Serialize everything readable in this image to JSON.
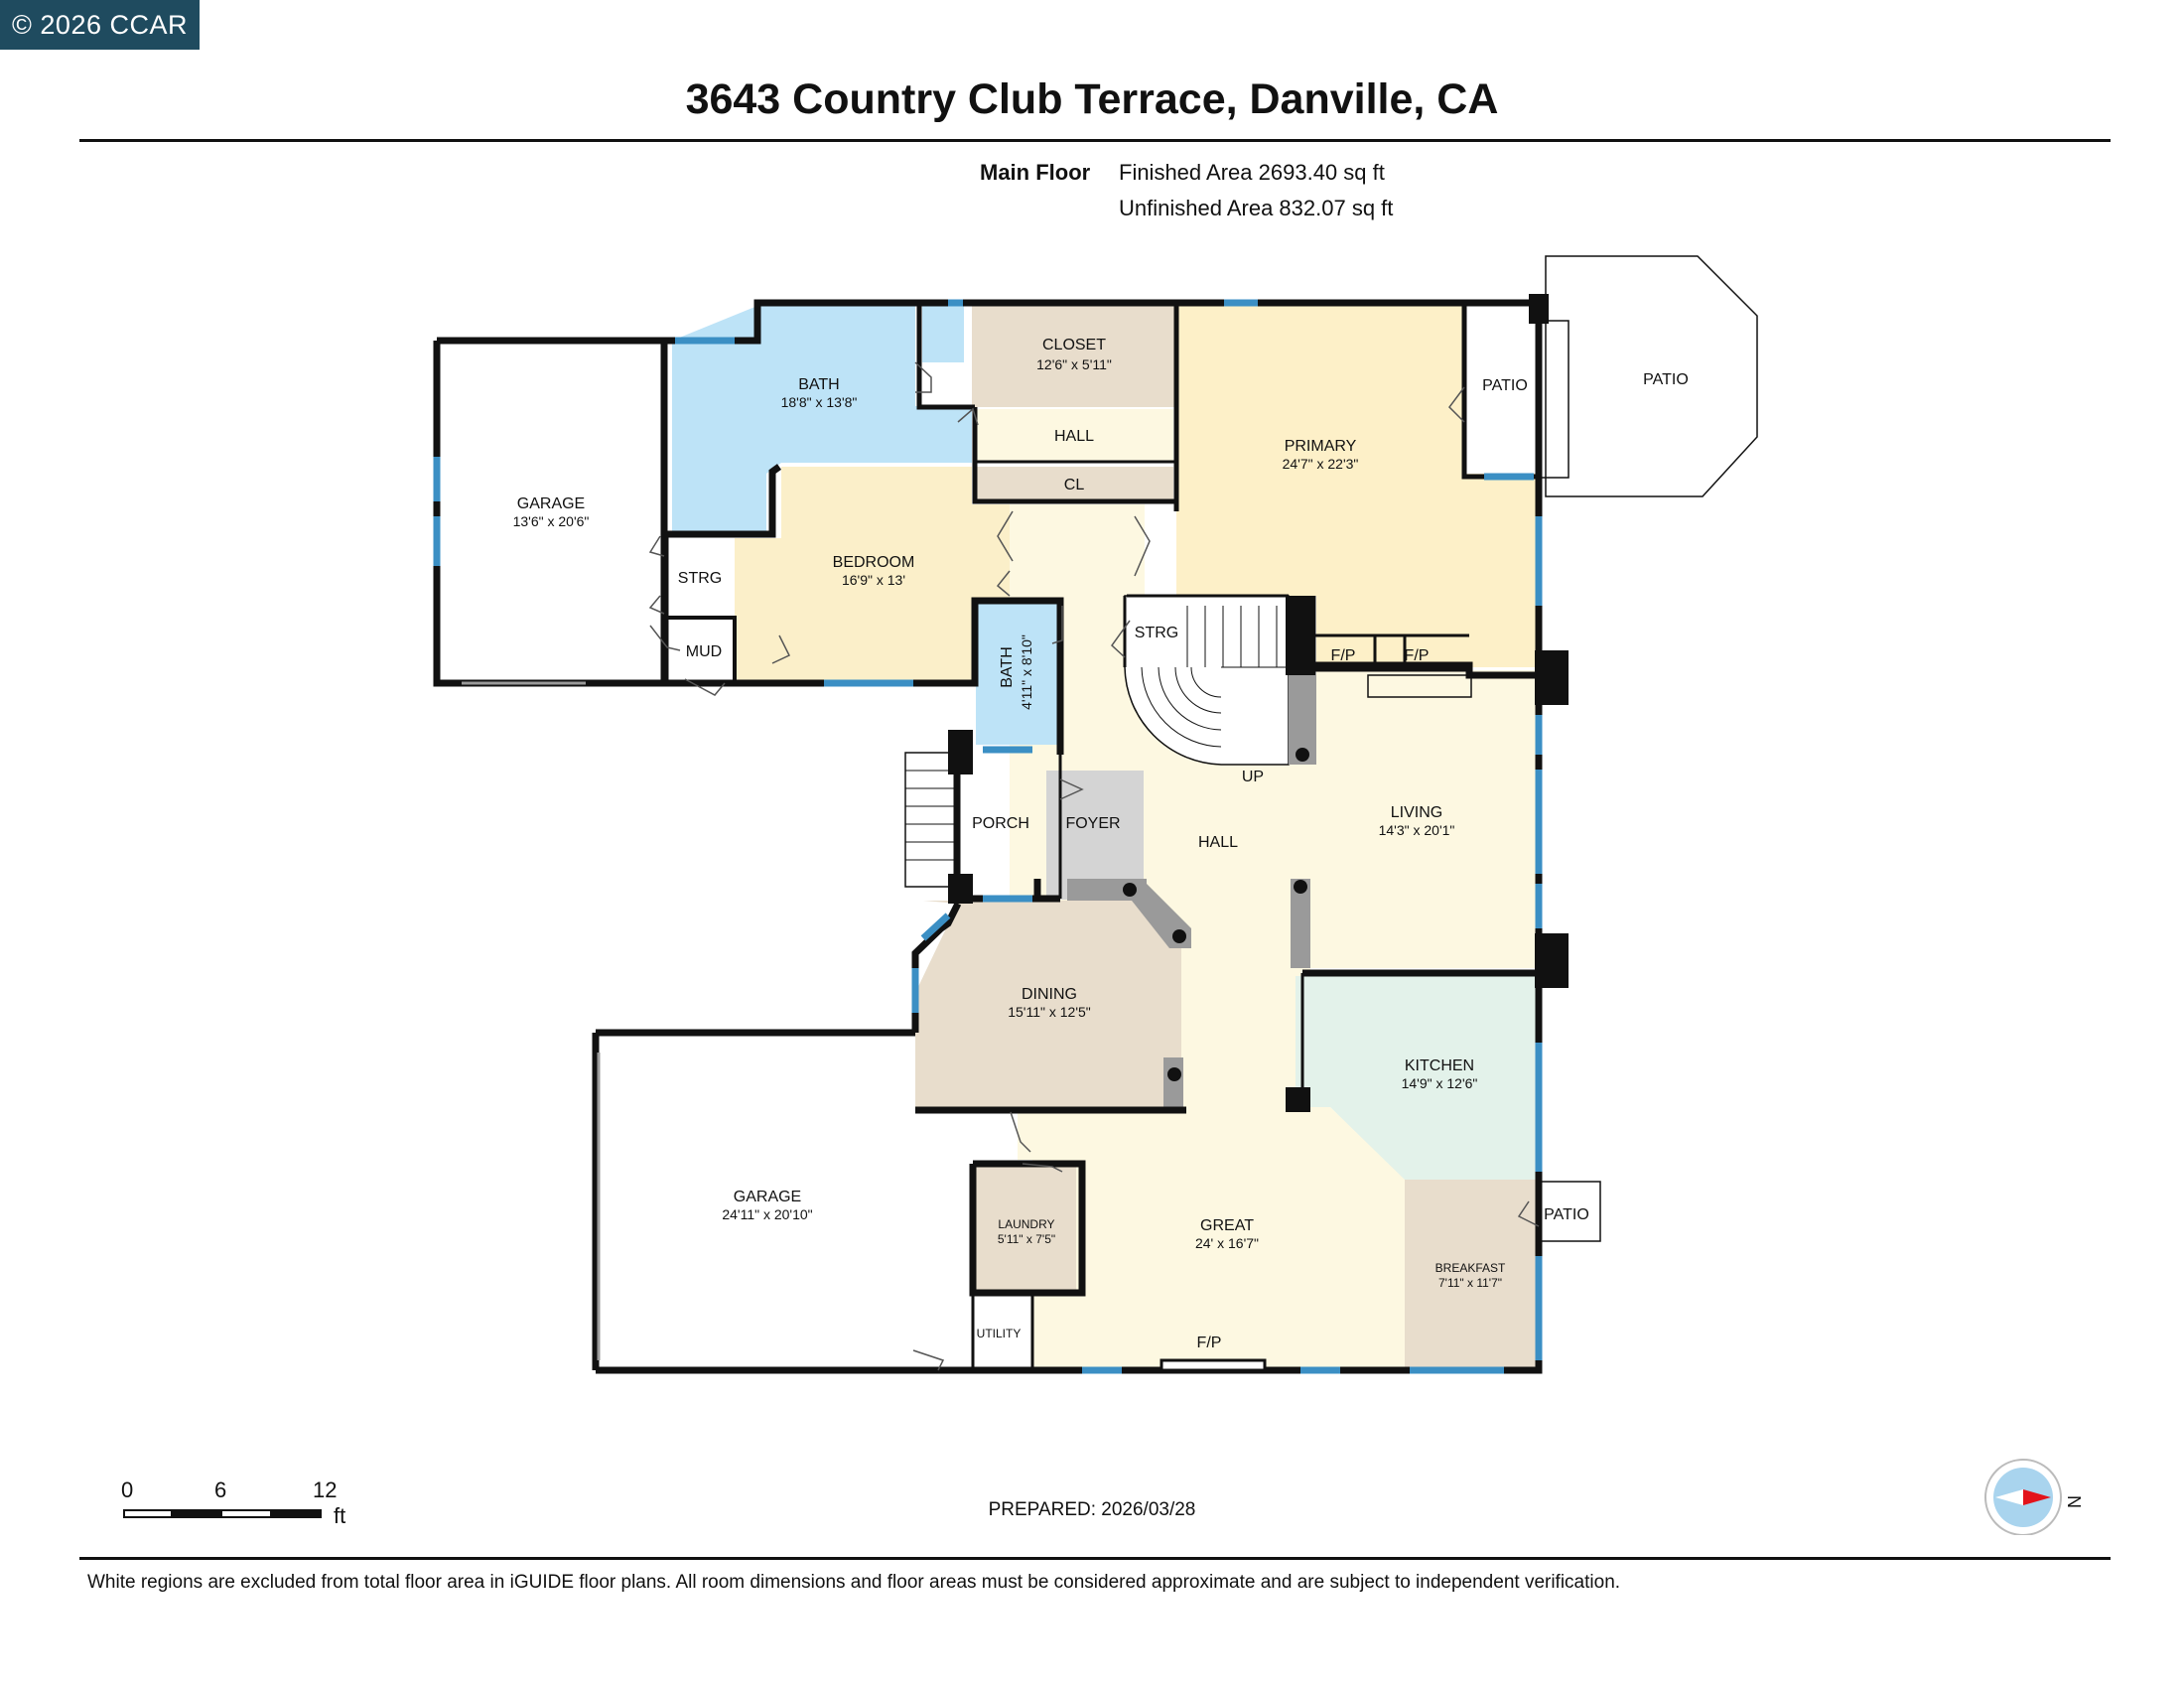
{
  "watermark": "© 2026 CCAR",
  "title": "3643 Country Club Terrace, Danville, CA",
  "floor": {
    "name": "Main Floor",
    "finished_area": "Finished Area 2693.40 sq ft",
    "unfinished_area": "Unfinished Area 832.07 sq ft"
  },
  "rooms": {
    "closet": {
      "name": "CLOSET",
      "dims": "12'6\" x 5'11\""
    },
    "bath_upper": {
      "name": "BATH",
      "dims": "18'8\" x 13'8\""
    },
    "hall_upper": {
      "name": "HALL"
    },
    "cl": {
      "name": "CL"
    },
    "primary": {
      "name": "PRIMARY",
      "dims": "24'7\" x 22'3\""
    },
    "patio_small": {
      "name": "PATIO"
    },
    "patio_large": {
      "name": "PATIO"
    },
    "garage_upper": {
      "name": "GARAGE",
      "dims": "13'6\" x 20'6\""
    },
    "strg_left": {
      "name": "STRG"
    },
    "mud": {
      "name": "MUD"
    },
    "bedroom": {
      "name": "BEDROOM",
      "dims": "16'9\" x 13'"
    },
    "bath_small": {
      "name": "BATH",
      "dims": "4'11\" x 8'10\""
    },
    "strg_stair": {
      "name": "STRG"
    },
    "fp1": {
      "name": "F/P"
    },
    "fp2": {
      "name": "F/P"
    },
    "up": {
      "name": "UP"
    },
    "porch": {
      "name": "PORCH"
    },
    "foyer": {
      "name": "FOYER"
    },
    "hall_main": {
      "name": "HALL"
    },
    "living": {
      "name": "LIVING",
      "dims": "14'3\" x 20'1\""
    },
    "dining": {
      "name": "DINING",
      "dims": "15'11\" x 12'5\""
    },
    "kitchen": {
      "name": "KITCHEN",
      "dims": "14'9\" x 12'6\""
    },
    "garage_lower": {
      "name": "GARAGE",
      "dims": "24'11\" x 20'10\""
    },
    "laundry": {
      "name": "LAUNDRY",
      "dims": "5'11\" x 7'5\""
    },
    "utility": {
      "name": "UTILITY"
    },
    "great": {
      "name": "GREAT",
      "dims": "24' x 16'7\""
    },
    "fp3": {
      "name": "F/P"
    },
    "breakfast": {
      "name": "BREAKFAST",
      "dims": "7'11\" x 11'7\""
    },
    "patio_kitchen": {
      "name": "PATIO"
    }
  },
  "colors": {
    "bath": "#bde3f7",
    "primary": "#fdf0c8",
    "bedroom": "#fbefc9",
    "hall": "#fdf8e1",
    "closet": "#e8ddcc",
    "dining": "#e8ddcc",
    "kitchen": "#e3f2ea",
    "breakfast": "#e8ddcc",
    "foyer": "#d4d4d4",
    "window": "#3b8fc4",
    "wall": "#111111"
  },
  "scale": {
    "ticks": [
      "0",
      "6",
      "12"
    ],
    "unit": "ft"
  },
  "compass": {
    "direction_label": "N"
  },
  "prepared": "PREPARED: 2026/03/28",
  "disclaimer": "White regions are excluded from total floor area in iGUIDE floor plans. All room dimensions and floor areas must be considered approximate and are subject to independent verification."
}
